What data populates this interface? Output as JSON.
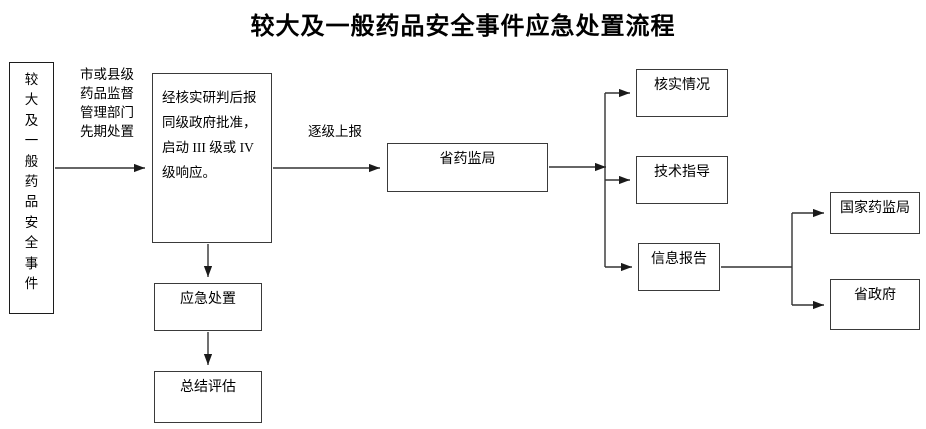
{
  "title": "较大及一般药品安全事件应急处置流程",
  "nodes": {
    "incident": {
      "label": "较大及一般药品安全事件",
      "chars": [
        "较",
        "大",
        "及",
        "一",
        "般",
        "药",
        "品",
        "安",
        "全",
        "事",
        "件"
      ]
    },
    "approval": "经核实研判后报同级政府批准，启动 III 级或 IV 级响应。",
    "emergency": "应急处置",
    "summary": "总结评估",
    "provincial_mpa": "省药监局",
    "verify": "核实情况",
    "tech_guidance": "技术指导",
    "info_report": "信息报告",
    "nmpa": "国家药监局",
    "provincial_gov": "省政府"
  },
  "edge_labels": {
    "pre_disposal": "市或县级\n药品监督\n管理部门\n先期处置",
    "step_report": "逐级上报"
  },
  "colors": {
    "box_border": "#3a3a3a",
    "box_border_strong": "#1c1c1c",
    "connector": "#333333",
    "text": "#000000",
    "background": "#ffffff"
  }
}
